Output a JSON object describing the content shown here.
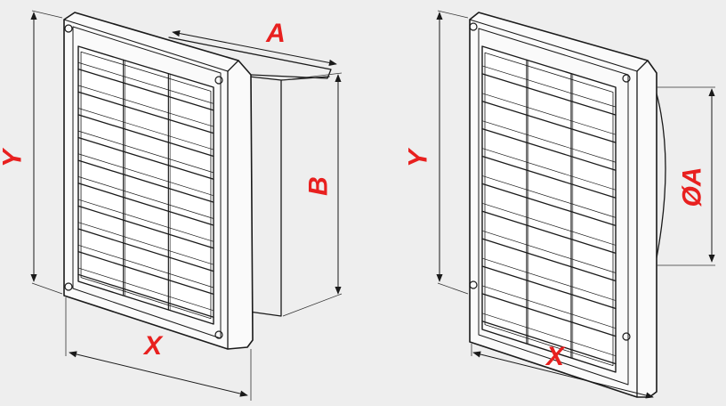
{
  "labels": {
    "left_width": "X",
    "left_height": "Y",
    "left_depth": "A",
    "left_duct_height": "B",
    "right_width": "X",
    "right_height": "Y",
    "right_diameter": "ØA"
  },
  "colors": {
    "label": "#e8201f",
    "line": "#1a1a1a",
    "background": "#eeeeee"
  },
  "grille": {
    "columns": 3,
    "rows": 10
  }
}
